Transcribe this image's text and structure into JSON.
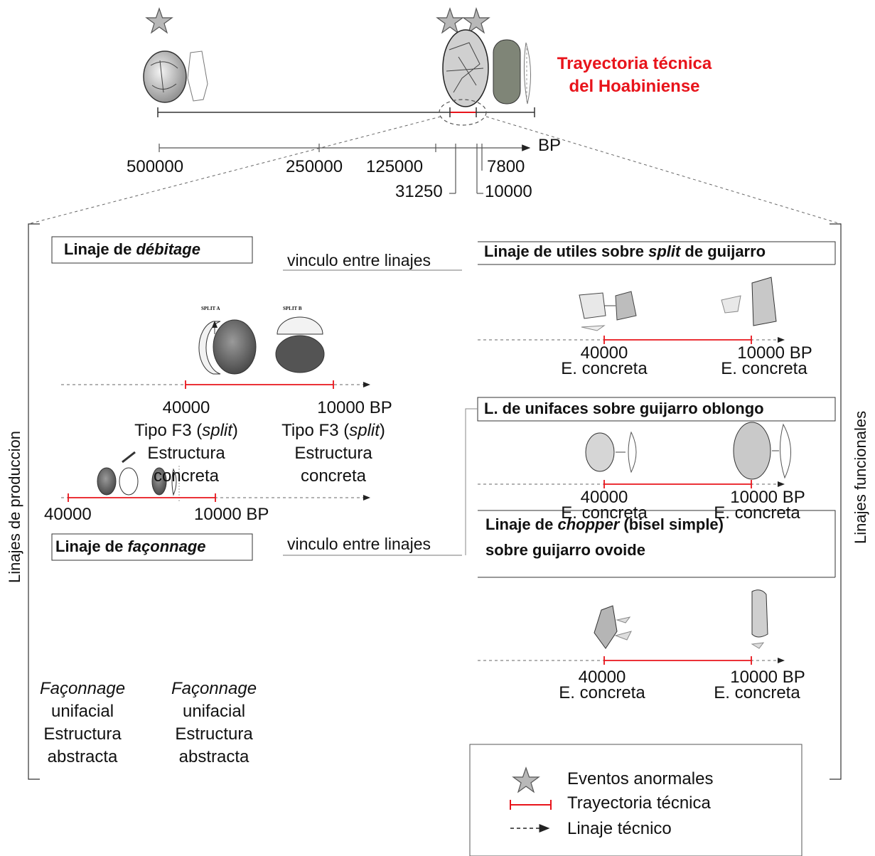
{
  "header": {
    "title_line1": "Trayectoria técnica",
    "title_line2": "del Hoabiniense",
    "title_color": "#e8141b"
  },
  "timeline": {
    "unit": "BP",
    "ticks": [
      "500000",
      "250000",
      "125000",
      "31250",
      "10000",
      "7800"
    ]
  },
  "side_labels": {
    "left": "Linajes de produccion",
    "right": "Linajes funcionales"
  },
  "debitage": {
    "title_prefix": "Linaje de ",
    "title_em": "débitage",
    "link_label": "vinculo entre linajes",
    "split_a": "SPLIT A",
    "split_b": "SPLIT B",
    "start_year": "40000",
    "end_year": "10000 BP",
    "start_type_prefix": "Tipo F3 (",
    "start_type_em": "split",
    "start_type_suffix": ")",
    "end_type_prefix": "Tipo F3 (",
    "end_type_em": "split",
    "end_type_suffix": ")",
    "start_struct1": "Estructura",
    "start_struct2": "concreta",
    "end_struct1": "Estructura",
    "end_struct2": "concreta"
  },
  "faconnage": {
    "title_prefix": "Linaje de ",
    "title_em": "façonnage",
    "link_label": "vinculo entre linajes",
    "start_year": "40000",
    "end_year": "10000 BP",
    "start_em": "Façonnage",
    "start_l2": "unifacial",
    "start_l3": "Estructura",
    "start_l4": "abstracta",
    "end_em": "Façonnage",
    "end_l2": "unifacial",
    "end_l3": "Estructura",
    "end_l4": "abstracta"
  },
  "split_tools": {
    "title_prefix": "Linaje de utiles sobre ",
    "title_em": "split",
    "title_suffix": " de guijarro",
    "start_year": "40000",
    "end_year": "10000 BP",
    "start_struct": "E. concreta",
    "end_struct": "E. concreta"
  },
  "unifaces": {
    "title": "L. de unifaces sobre guijarro oblongo",
    "start_year": "40000",
    "end_year": "10000 BP",
    "start_struct": "E. concreta",
    "end_struct": "E. concreta"
  },
  "chopper": {
    "title_prefix": "Linaje de ",
    "title_em": "chopper",
    "title_suffix": " (bisel simple)",
    "title_line2": "sobre guijarro ovoide",
    "start_year": "40000",
    "end_year": "10000 BP",
    "start_struct": "E. concreta",
    "end_struct": "E. concreta"
  },
  "legend": {
    "items": [
      {
        "icon": "star-icon",
        "label": "Eventos anormales"
      },
      {
        "icon": "red-trajectory-icon",
        "label": "Trayectoria técnica"
      },
      {
        "icon": "dashed-arrow-icon",
        "label": "Linaje técnico"
      }
    ]
  },
  "colors": {
    "trajectory": "#e8141b",
    "star_fill": "#b8b8b8",
    "line": "#333333"
  }
}
